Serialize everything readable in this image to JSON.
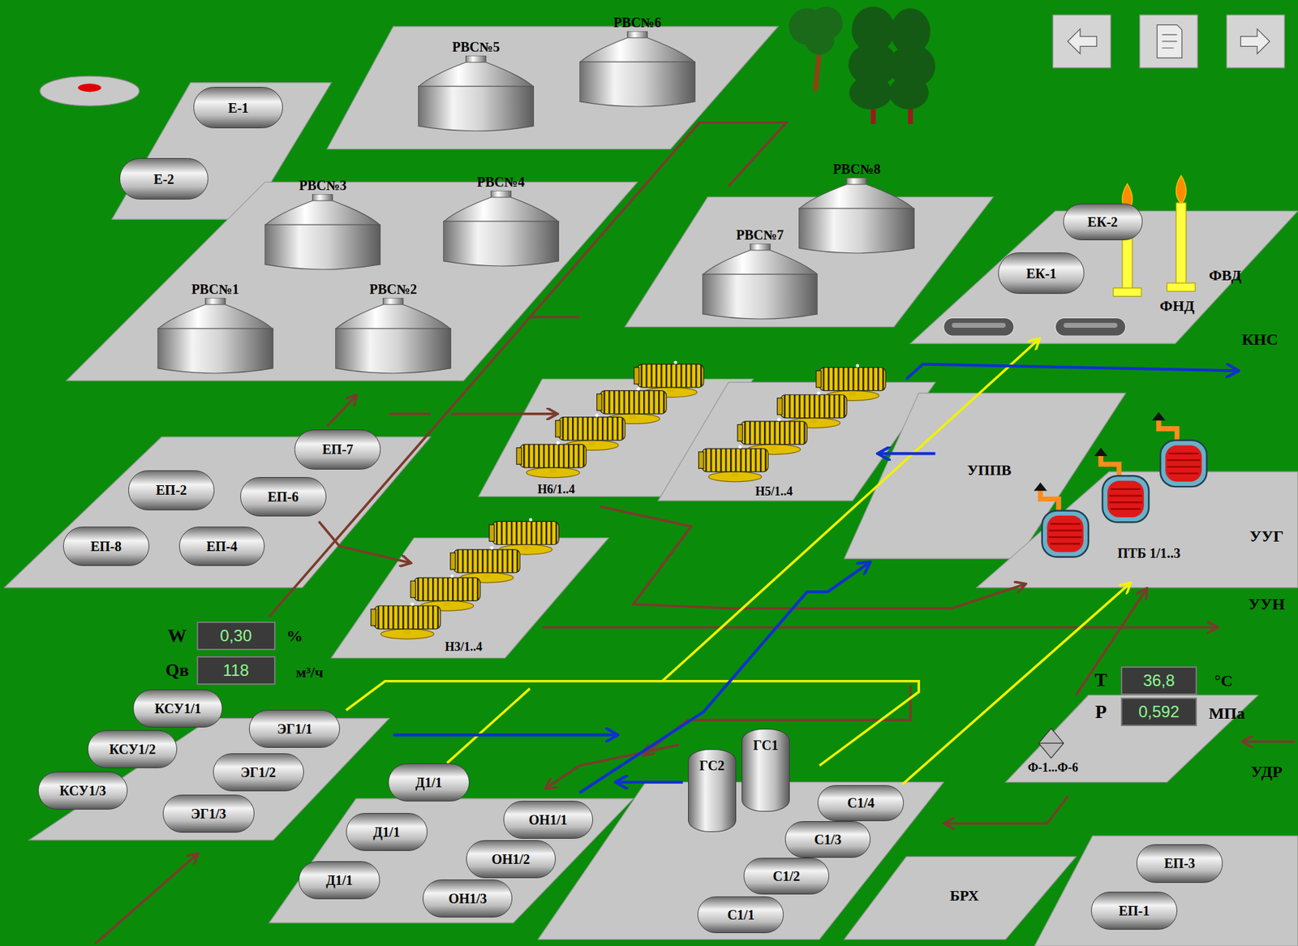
{
  "diagram": {
    "nodes": [
      {
        "text": [
          "Е-1"
        ]
      },
      {
        "text": [
          "Е-2"
        ]
      },
      {
        "text": [
          "РВС№6"
        ]
      },
      {
        "text": [
          "РВС№5"
        ]
      },
      {
        "text": [
          "РВС№8"
        ]
      },
      {
        "text": [
          "РВС№3"
        ]
      },
      {
        "text": [
          "РВС№4"
        ]
      },
      {
        "text": [
          "ЕК-2"
        ]
      },
      {
        "text": [
          "РВС№7"
        ]
      },
      {
        "text": [
          "ЕК-1"
        ]
      },
      {
        "text": [
          "РВС№1"
        ]
      },
      {
        "text": [
          "РВС№2"
        ]
      },
      {
        "text": [
          "ЕП-7"
        ]
      },
      {
        "text": [
          "УППВ"
        ]
      },
      {
        "text": [
          "ЕП-2"
        ]
      },
      {
        "text": [
          "ЕП-6"
        ]
      },
      {
        "text": [
          "ЕП-8"
        ]
      },
      {
        "text": [
          "ЕП-4"
        ]
      },
      {
        "text": [
          "0,30"
        ]
      },
      {
        "text": [
          "118"
        ]
      },
      {
        "text": [
          "36,8"
        ]
      },
      {
        "text": [
          "0,592"
        ]
      },
      {
        "text": [
          "КСУ1/1"
        ]
      },
      {
        "text": [
          "ЭГ1/1"
        ]
      },
      {
        "text": [
          "КСУ1/2"
        ]
      },
      {
        "text": [
          "ЭГ1/2"
        ]
      },
      {
        "text": [
          "ГС1"
        ]
      },
      {
        "text": [
          "Д1/1"
        ]
      },
      {
        "text": [
          "ГС2"
        ]
      },
      {
        "text": [
          "С1/4"
        ]
      },
      {
        "text": [
          "КСУ1/3"
        ]
      },
      {
        "text": [
          "ОН1/1"
        ]
      },
      {
        "text": [
          "ЭГ1/3"
        ]
      },
      {
        "text": [
          "Д1/1"
        ]
      },
      {
        "text": [
          "С1/3"
        ]
      },
      {
        "text": [
          "ЕП-3"
        ]
      },
      {
        "text": [
          "ОН1/2"
        ]
      },
      {
        "text": [
          "С1/2"
        ]
      },
      {
        "text": [
          "Д1/1"
        ]
      },
      {
        "text": [
          "БРХ"
        ]
      },
      {
        "text": [
          "ЕП-1"
        ]
      },
      {
        "text": [
          "ОН1/3"
        ]
      },
      {
        "text": [
          "С1/1"
        ]
      }
    ],
    "labels": [
      "ФВД",
      "ФНД",
      "КНС",
      "Н6/1..4",
      "Н5/1..4",
      "ПТБ 1/1..3",
      "УУГ",
      "Н3/1..4",
      "УУН",
      "W",
      "%",
      "Qв",
      "м³/ч",
      "T",
      "°C",
      "P",
      "МПа",
      "Ф-1...Ф-6",
      "УДР"
    ]
  }
}
